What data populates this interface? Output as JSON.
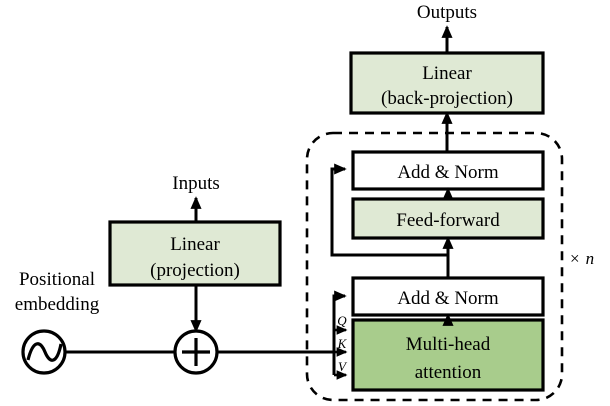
{
  "figure": {
    "title": "Transformer encoder architecture block diagram",
    "type": "diagram"
  },
  "colors": {
    "fill_light_green": "#dfe9d4",
    "fill_mid_green": "#a8cc8c",
    "fill_white": "#ffffff",
    "stroke": "#000000",
    "background": "#ffffff"
  },
  "labels": {
    "outputs": "Outputs",
    "inputs": "Inputs",
    "positional_line1": "Positional",
    "positional_line2": "embedding",
    "repeat_times": "×",
    "repeat_count": "n"
  },
  "blocks": {
    "linear_back_projection": {
      "line1": "Linear",
      "line2": "(back-projection)",
      "fill": "#dfe9d4"
    },
    "add_norm_top": {
      "line1": "Add & Norm",
      "fill": "#ffffff"
    },
    "feed_forward": {
      "line1": "Feed-forward",
      "fill": "#dfe9d4"
    },
    "add_norm_bottom": {
      "line1": "Add & Norm",
      "fill": "#ffffff"
    },
    "multi_head_attention": {
      "line1": "Multi-head",
      "line2": "attention",
      "fill": "#a8cc8c"
    },
    "linear_projection": {
      "line1": "Linear",
      "line2": "(projection)",
      "fill": "#dfe9d4"
    }
  },
  "attention_inputs": [
    {
      "name": "query",
      "label": "Q"
    },
    {
      "name": "key",
      "label": "K"
    },
    {
      "name": "value",
      "label": "V"
    }
  ],
  "icons": {
    "sine_wave_circle": "sine-wave-icon",
    "plus_circle": "plus-circle-icon"
  }
}
